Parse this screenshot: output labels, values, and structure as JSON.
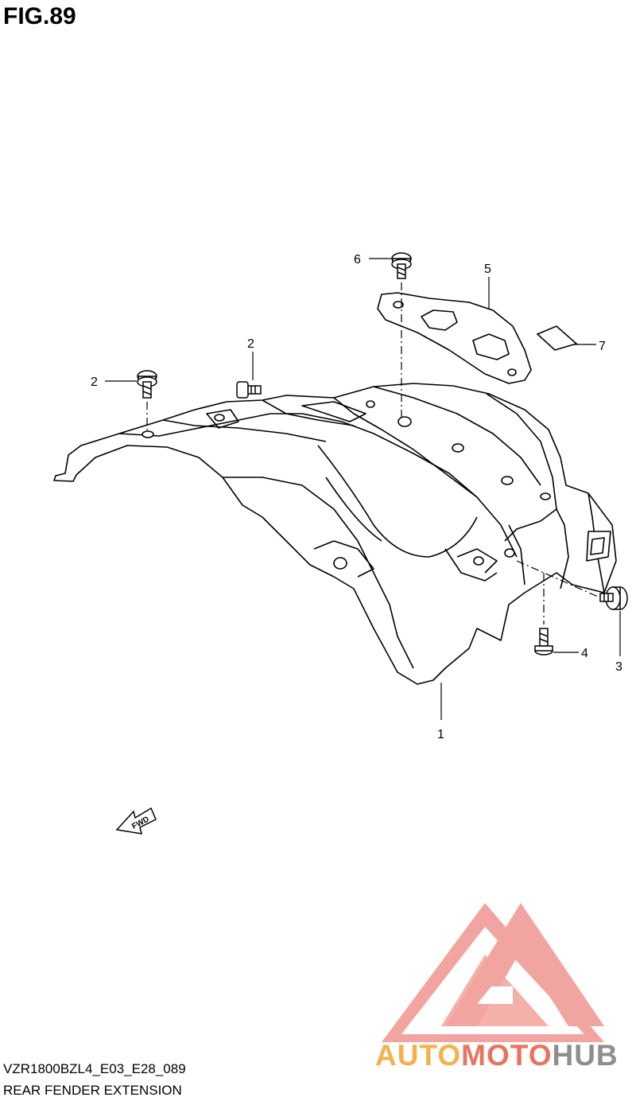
{
  "figure": {
    "title": "FIG.89"
  },
  "callouts": [
    {
      "id": "1",
      "label": "1"
    },
    {
      "id": "2a",
      "label": "2"
    },
    {
      "id": "2b",
      "label": "2"
    },
    {
      "id": "3",
      "label": "3"
    },
    {
      "id": "4",
      "label": "4"
    },
    {
      "id": "5",
      "label": "5"
    },
    {
      "id": "6",
      "label": "6"
    },
    {
      "id": "7",
      "label": "7"
    }
  ],
  "direction_arrow": {
    "label": "FWD"
  },
  "footer": {
    "model_code": "VZR1800BZL4_E03_E28_089",
    "part_name": "REAR FENDER EXTENSION"
  },
  "watermark": {
    "part1": "AUTO",
    "part2": "MOTO",
    "part3": "HUB",
    "colors": {
      "orange": "#f6b14b",
      "red": "#e8735e",
      "grey": "#8e8e8e"
    }
  }
}
